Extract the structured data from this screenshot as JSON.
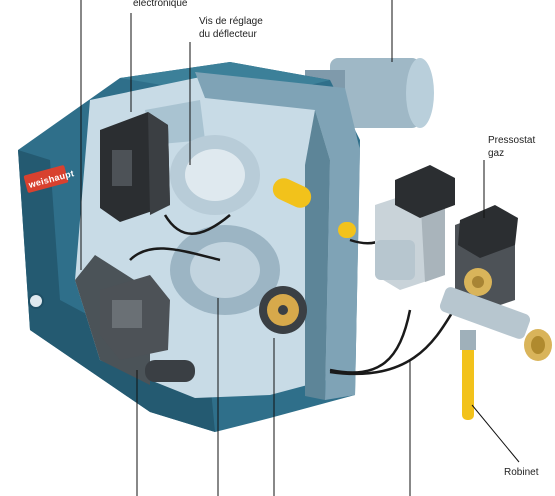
{
  "labels": {
    "electronique": "électronique",
    "vis_line1": "Vis de réglage",
    "vis_line2": "du déflecteur",
    "pressostat_line1": "Pressostat",
    "pressostat_line2": "gaz",
    "robinet": "Robinet"
  },
  "brand_logo": "weishaupt",
  "colors": {
    "casing": "#2f6f8a",
    "casing_dark": "#1f5066",
    "inner": "#c8dbe6",
    "metal": "#9fb8c6",
    "cutaway": "#4b5358",
    "logo_red": "#d8412f",
    "handle_yellow": "#f2c21b",
    "brass": "#d9b45a"
  }
}
